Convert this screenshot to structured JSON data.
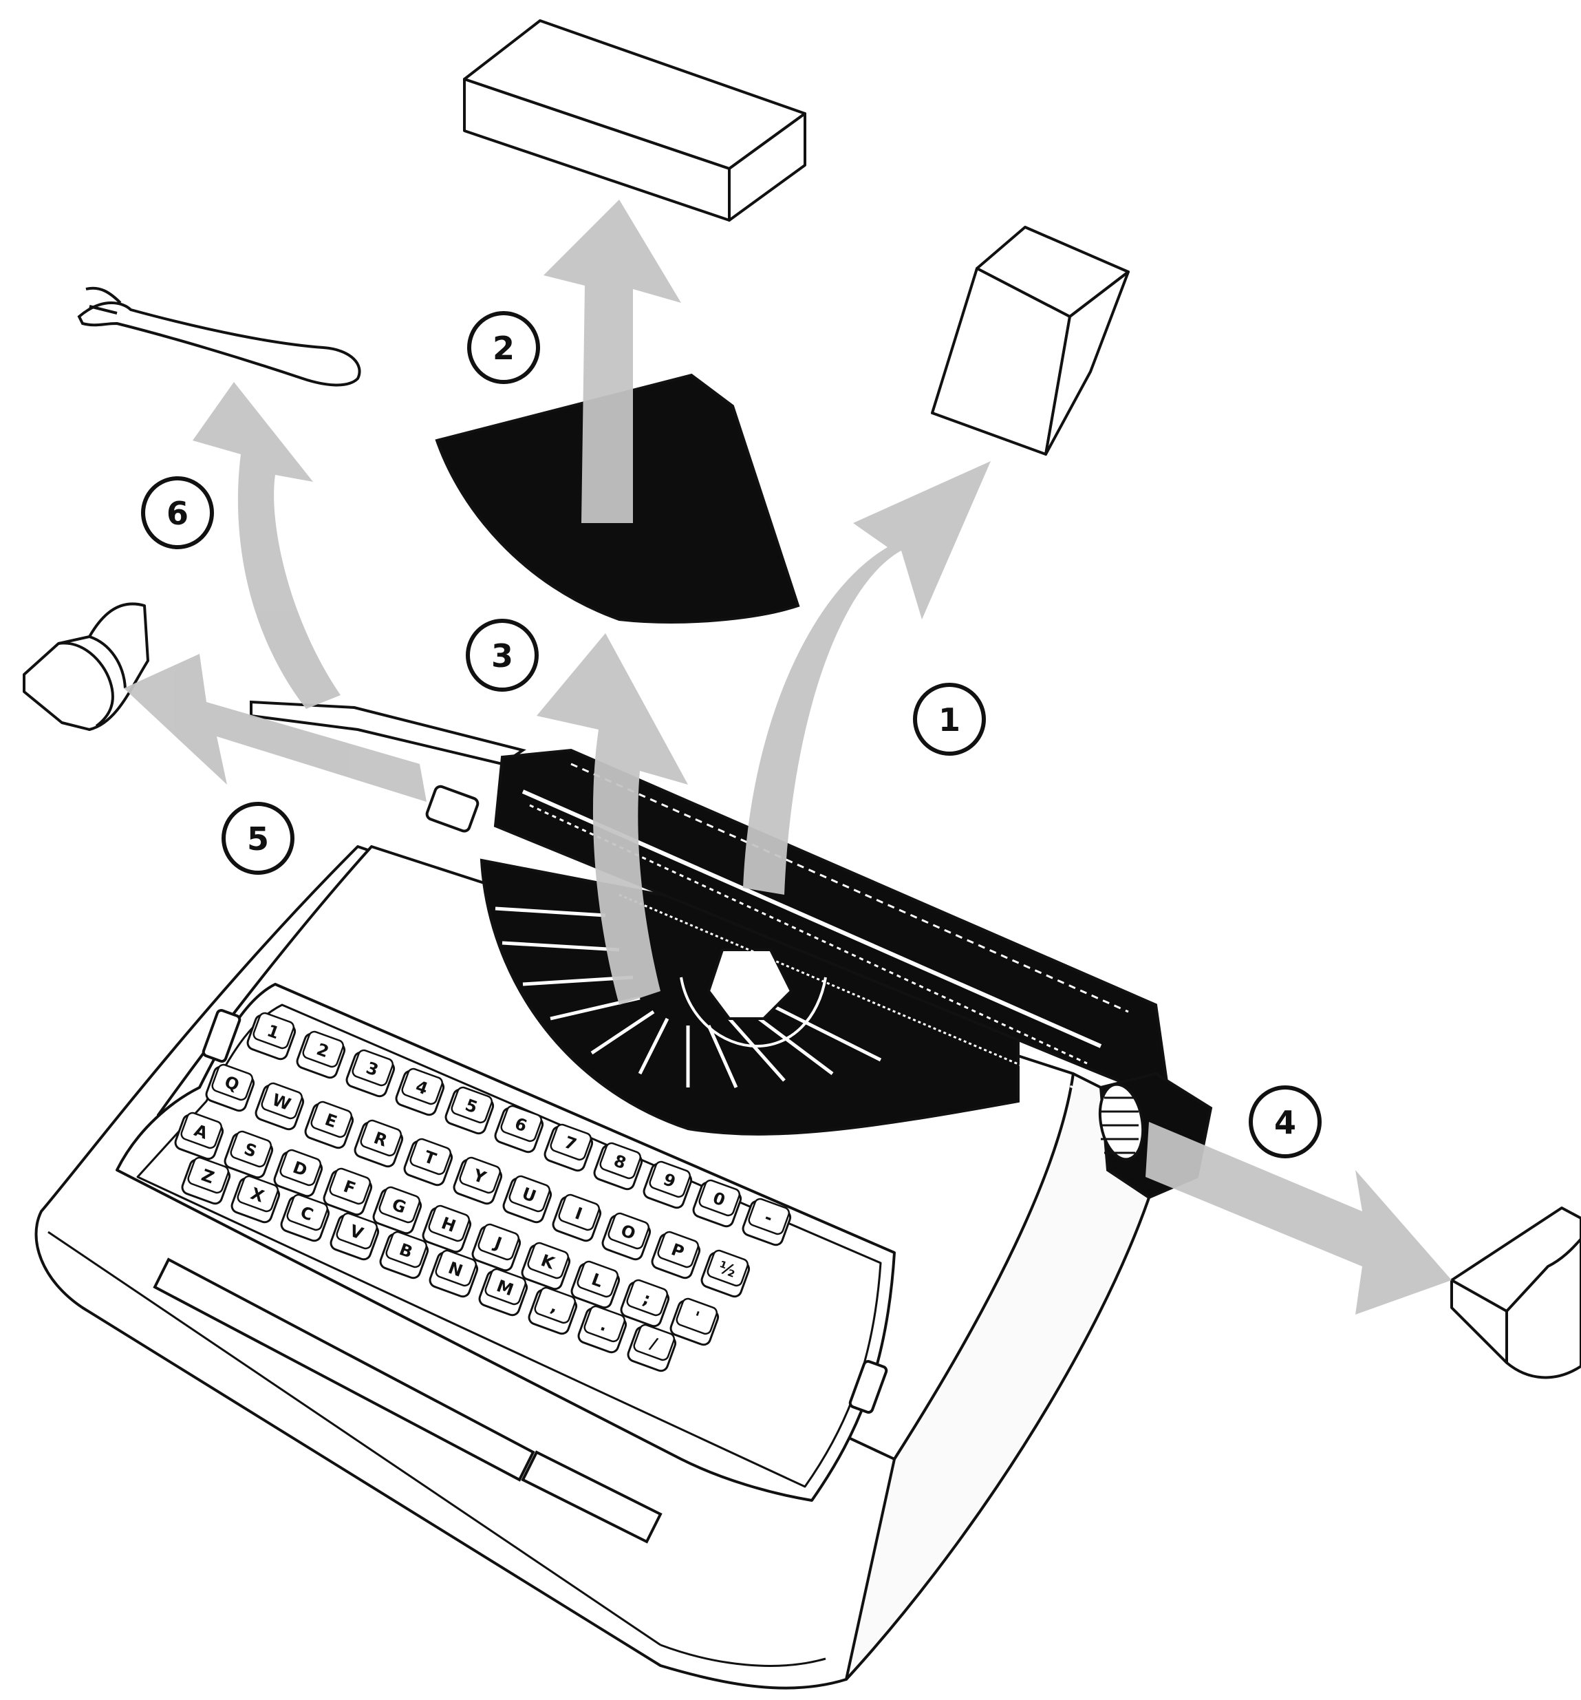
{
  "steps": [
    {
      "number": "1",
      "item": "top-cover-flap"
    },
    {
      "number": "2",
      "item": "packing-block"
    },
    {
      "number": "3",
      "item": "typebasket-arrow"
    },
    {
      "number": "4",
      "item": "right-platen-cap"
    },
    {
      "number": "5",
      "item": "left-platen-cap"
    },
    {
      "number": "6",
      "item": "tool"
    }
  ],
  "keyboard": {
    "rows": [
      [
        "1",
        "2",
        "3",
        "4",
        "5",
        "6",
        "7",
        "8",
        "9",
        "0",
        "-"
      ],
      [
        "Q",
        "W",
        "E",
        "R",
        "T",
        "Y",
        "U",
        "I",
        "O",
        "P",
        "½"
      ],
      [
        "A",
        "S",
        "D",
        "F",
        "G",
        "H",
        "J",
        "K",
        "L",
        ";",
        "'"
      ],
      [
        "Z",
        "X",
        "C",
        "V",
        "B",
        "N",
        "M",
        ",",
        ".",
        "/"
      ]
    ]
  },
  "colors": {
    "outline": "#111111",
    "arrow": "#c4c4c4",
    "dark": "#0d0d0d",
    "background": "#ffffff"
  }
}
